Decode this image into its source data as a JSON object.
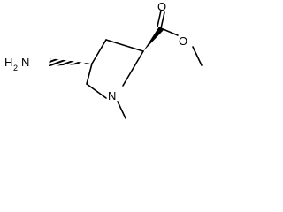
{
  "molecule": {
    "atoms": {
      "amine_label": "H",
      "amine_label_n": "N",
      "amine_subscript": "2",
      "ring_nitrogen": "N",
      "carbonyl_oxygen": "O",
      "ester_oxygen": "O"
    },
    "colors": {
      "bond": "#000000",
      "text": "#000000",
      "background": "#ffffff"
    }
  }
}
